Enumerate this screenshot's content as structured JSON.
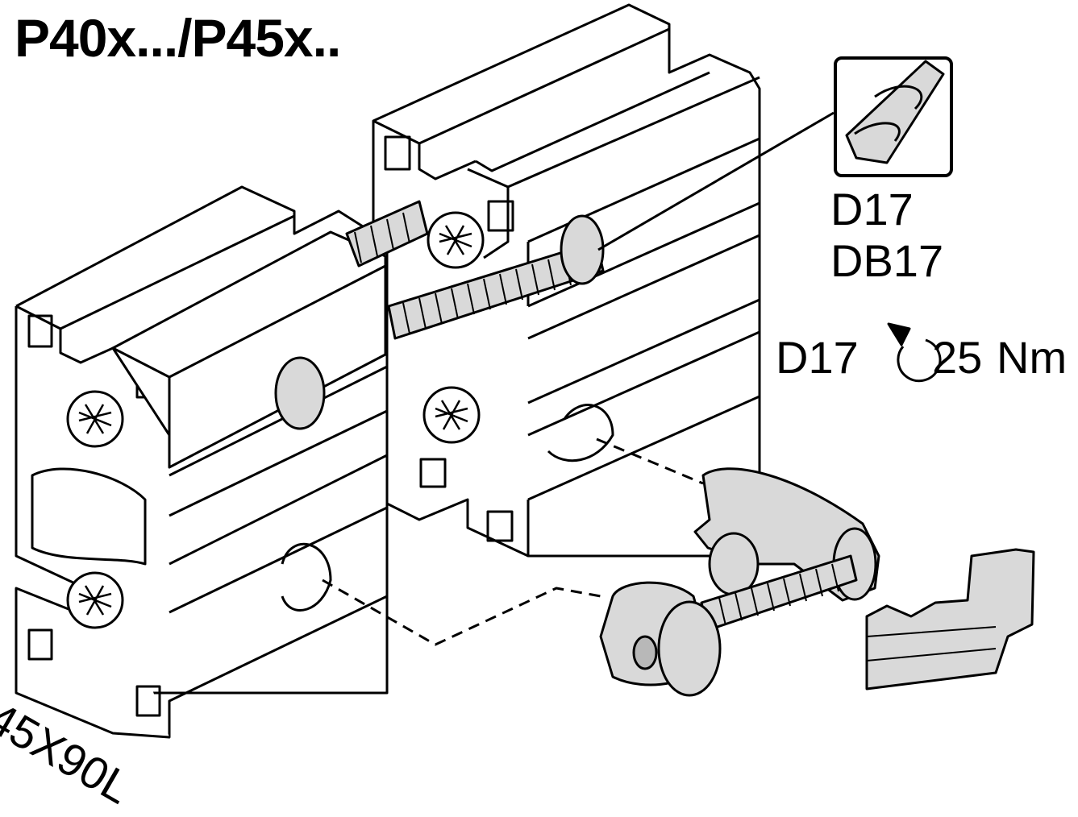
{
  "title": "P40x.../P45x..",
  "drill": {
    "icon": "drill-bit-icon",
    "codes": [
      "D17",
      "DB17"
    ]
  },
  "torque": {
    "tool": "D17",
    "icon": "clockwise-rotation-icon",
    "value": "25",
    "unit": "Nm"
  },
  "profile_size": "45X90L",
  "colors": {
    "line": "#000000",
    "profile_fill": "#ffffff",
    "hardware_fill": "#d9d9d9",
    "shadow": "#b8b8b8"
  }
}
